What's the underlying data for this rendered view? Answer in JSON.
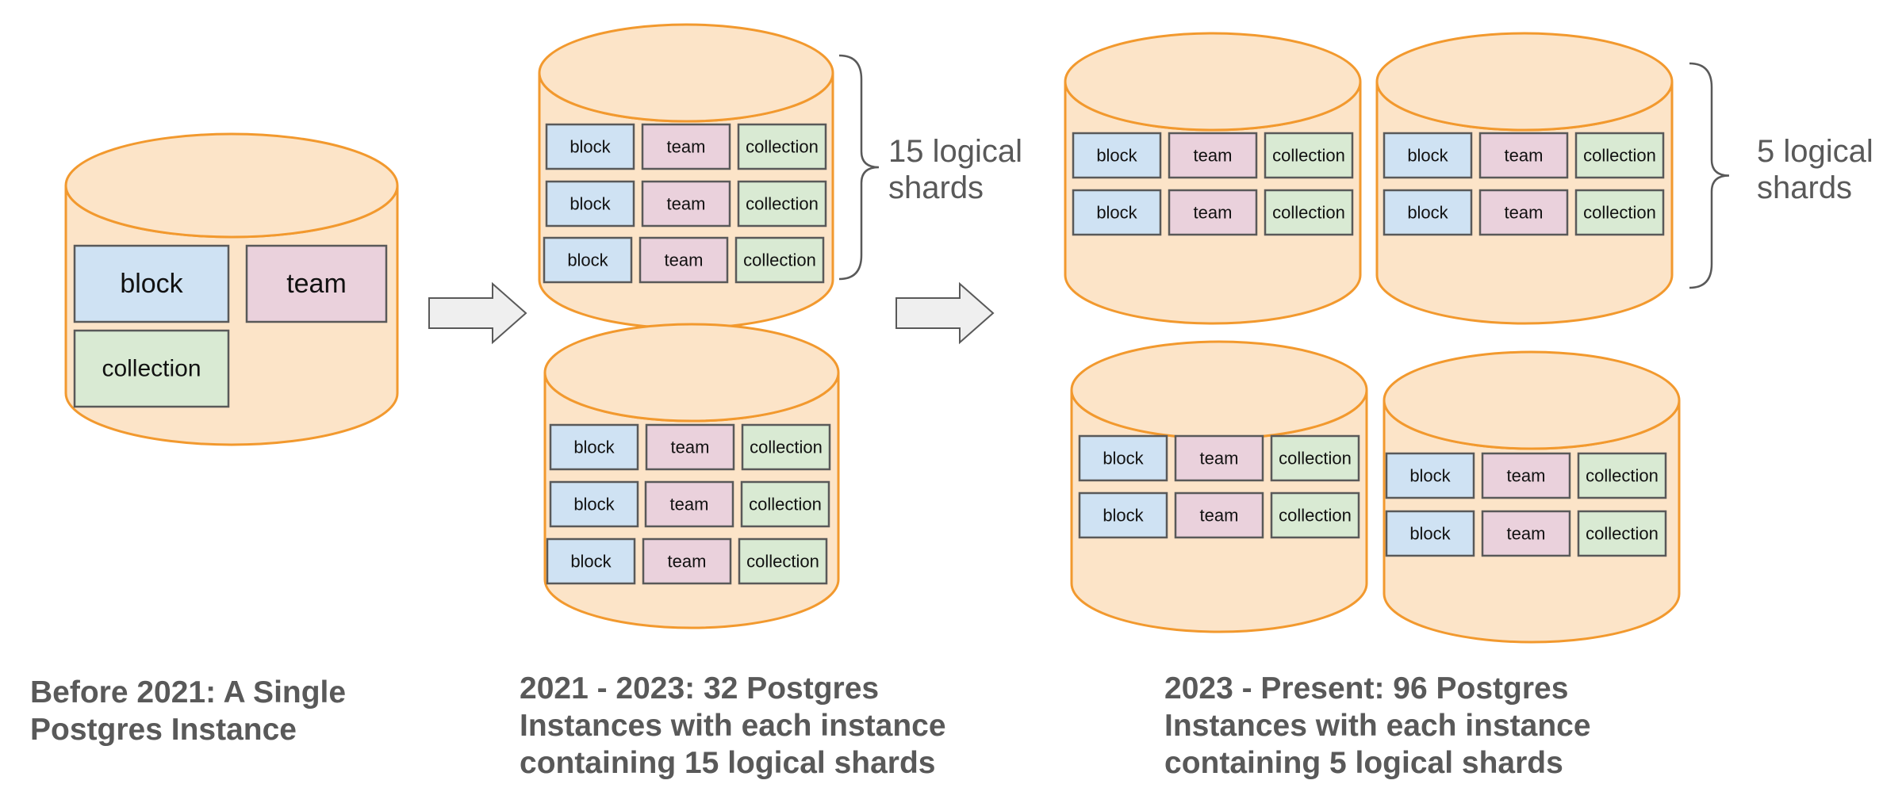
{
  "colors": {
    "cylinder_fill": "#fce4c8",
    "cylinder_stroke": "#f2992e",
    "block_fill": "#cfe2f3",
    "team_fill": "#ead1dc",
    "collection_fill": "#d9ead3",
    "table_stroke": "#595959",
    "arrow_fill": "#efefef",
    "arrow_stroke": "#595959",
    "caption_text": "#595959"
  },
  "table_labels": {
    "block": "block",
    "team": "team",
    "collection": "collection"
  },
  "stages": [
    {
      "id": "before-2021",
      "caption_lines": [
        "Before 2021: A Single",
        "Postgres Instance"
      ],
      "shards_per_instance": 1
    },
    {
      "id": "2021-2023",
      "caption_lines": [
        "2021 - 2023: 32 Postgres",
        "Instances with each instance",
        "containing 15 logical shards"
      ],
      "brace_label_lines": [
        "15 logical",
        "shards"
      ],
      "shards_per_instance": 15
    },
    {
      "id": "2023-present",
      "caption_lines": [
        "2023 - Present: 96 Postgres",
        "Instances with each instance",
        "containing 5 logical shards"
      ],
      "brace_label_lines": [
        "5 logical",
        "shards"
      ],
      "shards_per_instance": 5
    }
  ],
  "icons": [
    "transition-arrow",
    "curly-brace"
  ]
}
